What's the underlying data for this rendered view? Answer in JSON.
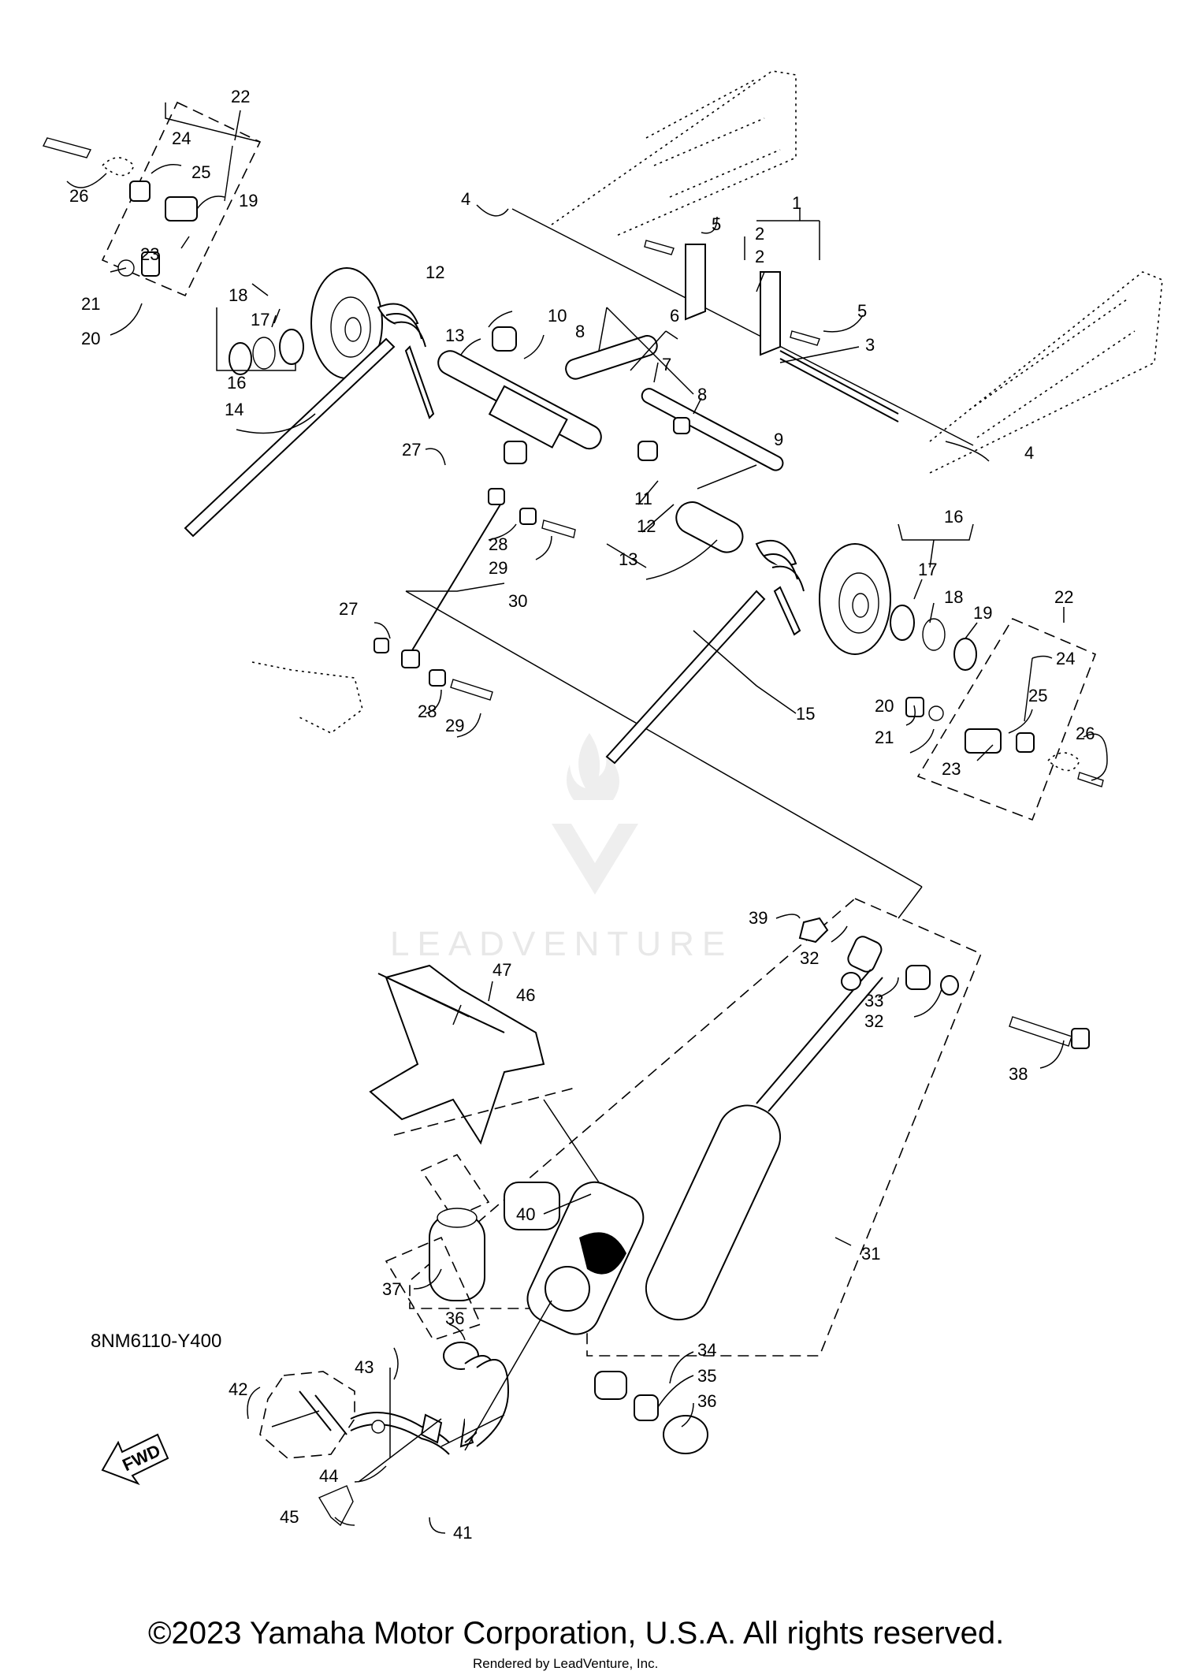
{
  "diagram": {
    "code": "8NM6110-Y400",
    "fwd_label": "FWD",
    "watermark": "LEADVENTURE",
    "callouts": [
      "1",
      "2",
      "2",
      "3",
      "4",
      "4",
      "5",
      "5",
      "6",
      "7",
      "8",
      "8",
      "9",
      "10",
      "11",
      "12",
      "12",
      "13",
      "13",
      "14",
      "15",
      "16",
      "16",
      "17",
      "17",
      "18",
      "18",
      "19",
      "19",
      "20",
      "20",
      "21",
      "21",
      "22",
      "22",
      "23",
      "23",
      "24",
      "24",
      "25",
      "25",
      "26",
      "26",
      "27",
      "27",
      "28",
      "28",
      "29",
      "29",
      "30",
      "31",
      "32",
      "32",
      "33",
      "34",
      "35",
      "36",
      "36",
      "37",
      "38",
      "39",
      "40",
      "41",
      "42",
      "43",
      "44",
      "45",
      "46",
      "47"
    ]
  },
  "footer": {
    "copyright": "©2023 Yamaha Motor Corporation, U.S.A. All rights reserved.",
    "rendered_by": "Rendered by LeadVenture, Inc."
  }
}
